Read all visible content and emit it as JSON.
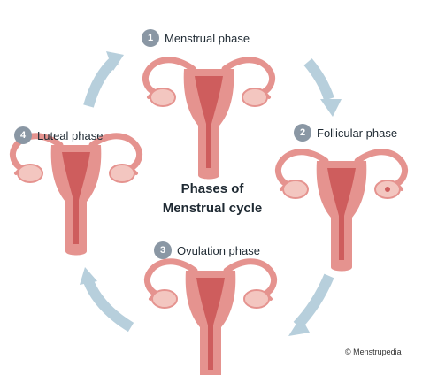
{
  "colors": {
    "arrow": "#b7cfdc",
    "uterus_outer": "#e5938f",
    "uterus_inner": "#ce5d5d",
    "ovary": "#f3c6c0",
    "badge": "#8a97a4",
    "text": "#1f2a33"
  },
  "phases": [
    {
      "number": "1",
      "label": "Menstrual phase"
    },
    {
      "number": "2",
      "label": "Follicular phase"
    },
    {
      "number": "3",
      "label": "Ovulation phase"
    },
    {
      "number": "4",
      "label": "Luteal phase"
    }
  ],
  "center_title": {
    "line1": "Phases of",
    "line2": "Menstrual cycle"
  },
  "credit": "© Menstrupedia",
  "icons": [
    "uterus-illustration",
    "cycle-arrow-icon"
  ]
}
